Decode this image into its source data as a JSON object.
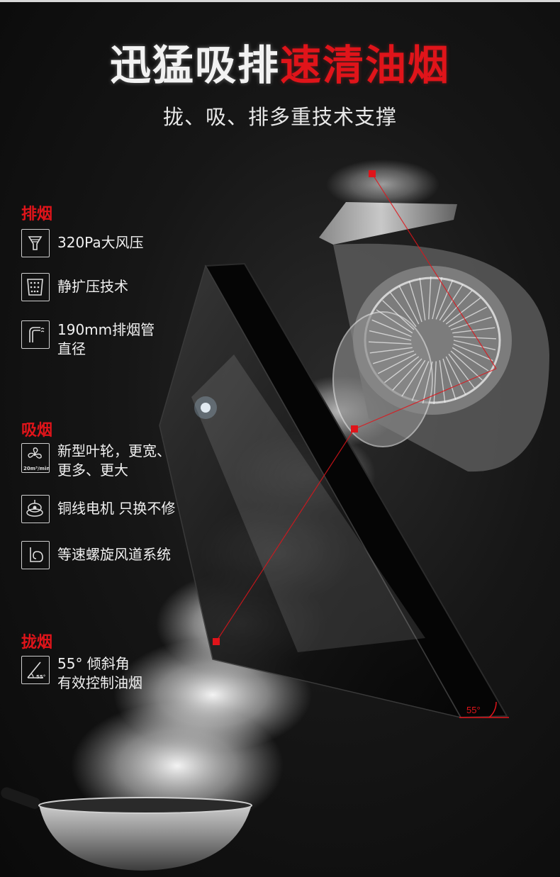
{
  "headline": {
    "white": "迅猛吸排",
    "red": "速清油烟"
  },
  "subtitle": "拢、吸、排多重技术支撑",
  "sections": [
    {
      "title": "排烟",
      "features": [
        {
          "icon": "funnel-fan-icon",
          "text": "320Pa大风压"
        },
        {
          "icon": "perforated-plate-icon",
          "text": "静扩压技术"
        },
        {
          "icon": "exhaust-pipe-icon",
          "text": "190mm排烟管\n直径"
        }
      ]
    },
    {
      "title": "吸烟",
      "features": [
        {
          "icon": "impeller-icon",
          "text": "新型叶轮，更宽、\n更多、更大",
          "icon_label": "20m³/min"
        },
        {
          "icon": "motor-coil-icon",
          "text": "铜线电机 只换不修"
        },
        {
          "icon": "spiral-duct-icon",
          "text": "等速螺旋风道系统"
        }
      ]
    },
    {
      "title": "拢烟",
      "features": [
        {
          "icon": "angle-icon",
          "text": "55° 倾斜角\n有效控制油烟",
          "icon_label": "55°"
        }
      ]
    }
  ],
  "angle_label": "55°",
  "colors": {
    "accent": "#e0141a",
    "background": "#0b0b0b",
    "text": "#f0f0f0"
  }
}
